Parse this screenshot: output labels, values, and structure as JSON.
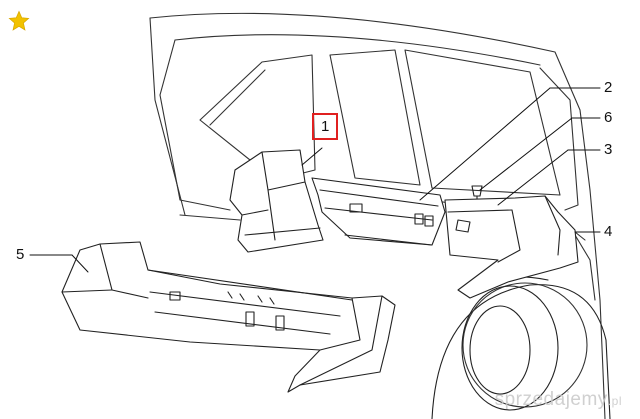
{
  "callouts": {
    "c1": "1",
    "c2": "2",
    "c3": "3",
    "c4": "4",
    "c5": "5",
    "c6": "6"
  },
  "highlight_color": "#e02020",
  "favorite_icon": "star-icon",
  "favorite_color": "#f2c200",
  "watermark": {
    "text": "sprzedajemy",
    "tld": ".pl"
  }
}
